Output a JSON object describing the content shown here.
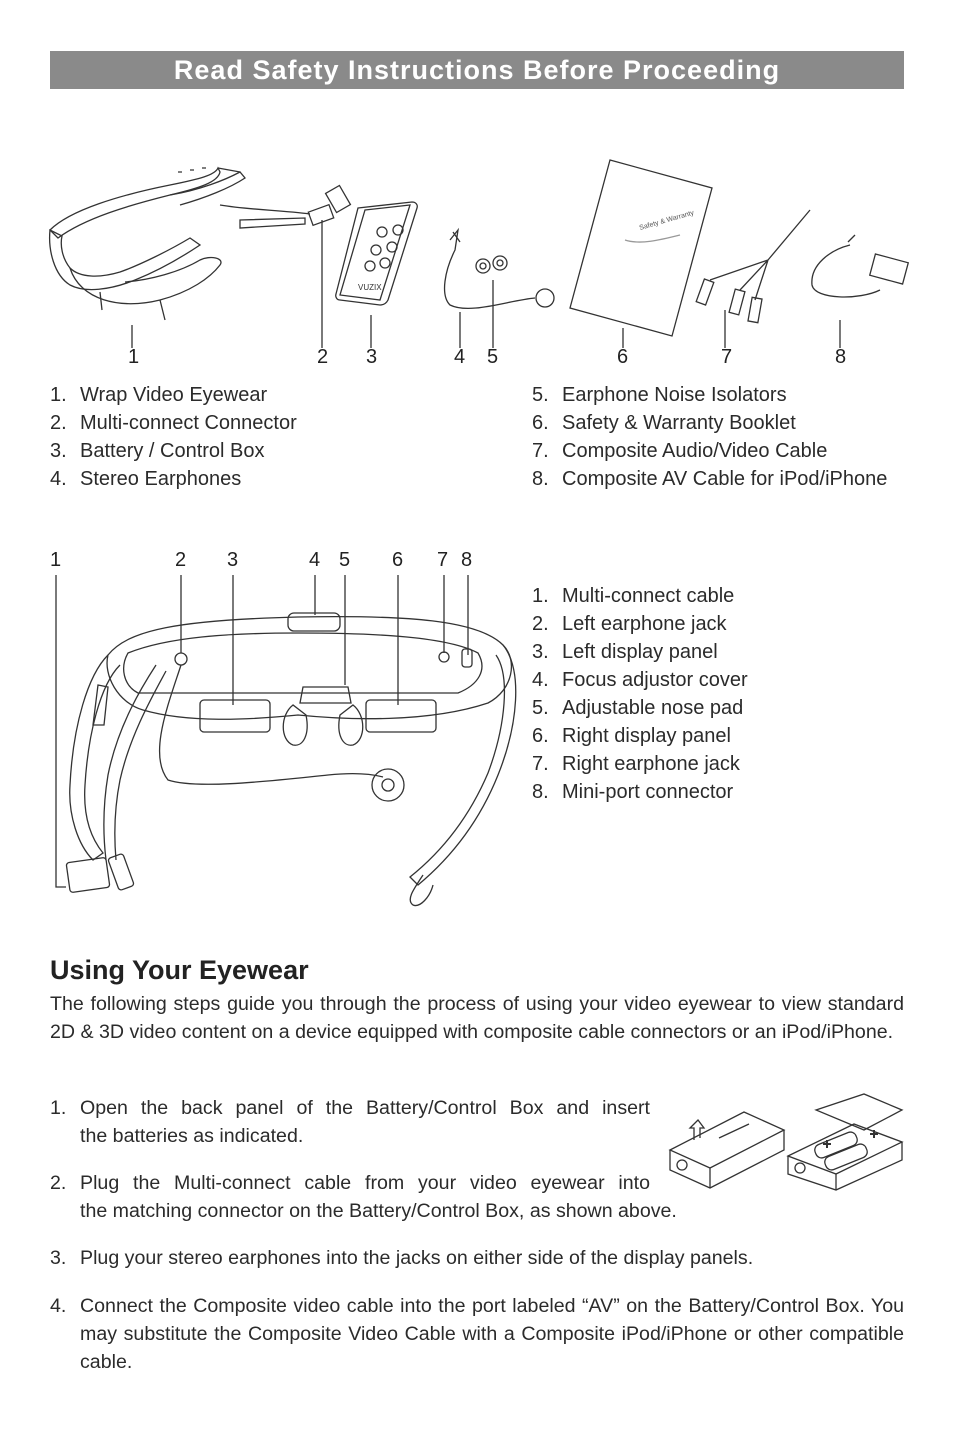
{
  "banner": {
    "title": "Read Safety Instructions Before Proceeding"
  },
  "contents": {
    "numbers": [
      "1",
      "2",
      "3",
      "4",
      "5",
      "6",
      "7",
      "8"
    ],
    "left_items": [
      {
        "n": "1.",
        "label": "Wrap Video Eyewear"
      },
      {
        "n": "2.",
        "label": "Multi-connect Connector"
      },
      {
        "n": "3.",
        "label": "Battery / Control Box"
      },
      {
        "n": "4.",
        "label": "Stereo Earphones"
      }
    ],
    "right_items": [
      {
        "n": "5.",
        "label": "Earphone Noise Isolators"
      },
      {
        "n": "6.",
        "label": "Safety & Warranty Booklet"
      },
      {
        "n": "7.",
        "label": "Composite Audio/Video Cable"
      },
      {
        "n": "8.",
        "label": "Composite AV Cable for iPod/iPhone"
      }
    ],
    "booklet_text": "Safety & Warranty",
    "remote_brand": "VUZIX"
  },
  "eyewear_parts": {
    "numbers": [
      "1",
      "2",
      "3",
      "4",
      "5",
      "6",
      "7",
      "8"
    ],
    "items": [
      {
        "n": "1.",
        "label": "Multi-connect cable"
      },
      {
        "n": "2.",
        "label": "Left earphone jack"
      },
      {
        "n": "3.",
        "label": "Left display panel"
      },
      {
        "n": "4.",
        "label": "Focus adjustor cover"
      },
      {
        "n": "5.",
        "label": "Adjustable nose pad"
      },
      {
        "n": "6.",
        "label": "Right display panel"
      },
      {
        "n": "7.",
        "label": "Right earphone jack"
      },
      {
        "n": "8.",
        "label": "Mini-port connector"
      }
    ]
  },
  "using": {
    "heading": "Using Your Eyewear",
    "intro": "The following steps guide you through the process of using your video eyewear to view standard 2D & 3D video content on a device equipped with composite cable connectors or an iPod/iPhone.",
    "steps": [
      {
        "n": "1.",
        "text_a": "Open the back panel of the Battery/Control Box and insert",
        "text_b": "the batteries as indicated."
      },
      {
        "n": "2.",
        "text_a": "Plug the Multi-connect cable from your video eyewear into",
        "text_b": "the matching connector on the Battery/Control Box, as shown above."
      },
      {
        "n": "3.",
        "text": "Plug your stereo earphones into the jacks on either side of the display panels."
      },
      {
        "n": "4.",
        "text": "Connect the Composite video cable into the port labeled “AV” on the Battery/Control Box. You may substitute the Composite Video Cable with a Composite iPod/iPhone or other compatible cable."
      }
    ]
  }
}
